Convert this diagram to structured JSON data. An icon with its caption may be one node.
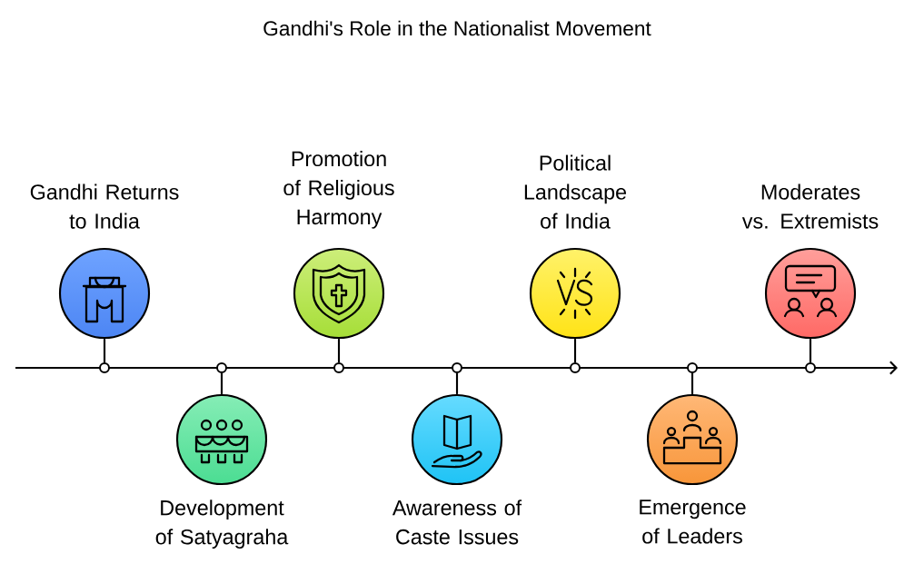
{
  "diagram": {
    "title": "Gandhi's Role in the Nationalist Movement",
    "nodes": [
      {
        "text": [
          "Gandhi Returns to India"
        ]
      },
      {
        "text": [
          "Development of Satyagraha"
        ]
      },
      {
        "text": [
          "Promotion of Religious Harmony"
        ]
      },
      {
        "text": [
          "Awareness of Caste Issues"
        ]
      },
      {
        "text": [
          "Political Landscape of India"
        ]
      },
      {
        "text": [
          "Emergence of Leaders"
        ]
      },
      {
        "text": [
          "Moderates vs. Extremists"
        ]
      },
      {
        "text": [],
        "shape": "circle"
      },
      {
        "text": [],
        "shape": "circle"
      },
      {
        "text": [],
        "shape": "circle"
      },
      {
        "text": [],
        "shape": "circle"
      },
      {
        "text": [],
        "shape": "circle"
      },
      {
        "text": [],
        "shape": "circle"
      },
      {
        "text": [],
        "shape": "circle"
      }
    ],
    "edges": [
      {
        "from": 0,
        "to": 7,
        "arrow": "none"
      },
      {
        "from": 1,
        "to": 8,
        "arrow": "none"
      },
      {
        "from": 2,
        "to": 9,
        "arrow": "none"
      },
      {
        "from": 3,
        "to": 10,
        "arrow": "none"
      },
      {
        "from": 4,
        "to": 11,
        "arrow": "none"
      },
      {
        "from": 5,
        "to": 12,
        "arrow": "none"
      },
      {
        "from": 6,
        "to": 13,
        "arrow": "none"
      }
    ]
  }
}
